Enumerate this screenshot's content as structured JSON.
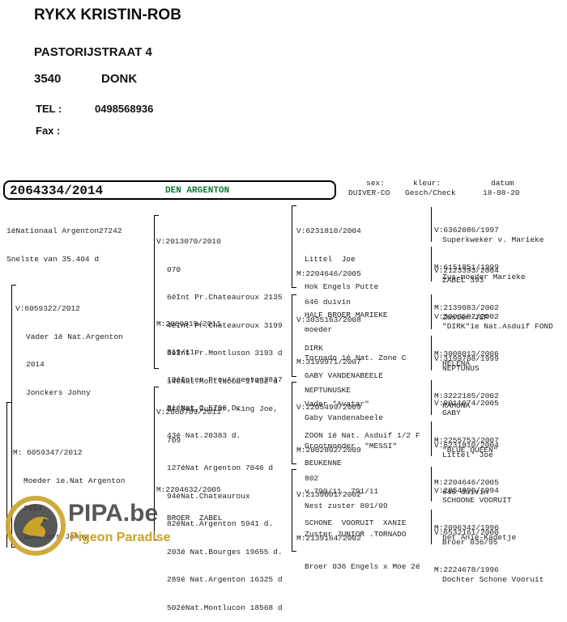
{
  "owner": {
    "name": "RYKX KRISTIN-ROB",
    "street": "PASTORIJSTRAAT 4",
    "postcode": "3540",
    "city": "DONK",
    "tel_label": "TEL :",
    "tel_value": "0498568936",
    "fax_label": "Fax :"
  },
  "pigeon": {
    "ring": "2064334/2014",
    "name": "DEN ARGENTON",
    "sex_label": "sex:",
    "sex_value": "DUIVER-CO",
    "color_label": "kleur:",
    "color_value": "Gesch/Check",
    "date_label": "datum",
    "date_value": "18-08-20",
    "notes": [
      "1éNationaal Argenton27242",
      "Snelste van 35.404 d"
    ]
  },
  "gen1": {
    "sire": [
      "V:6059322/2012",
      "Vader 1é Nat.Argenton",
      "2014",
      "Jonckers Johny"
    ],
    "dam": [
      "M: 6059347/2012",
      "Moeder 1e.Nat Argenton",
      "2014",
      "Jonckers Johny"
    ]
  },
  "gen2": {
    "ss": [
      "V:2013070/2010",
      "070",
      "6éInt Pr.Chateauroux 2135",
      "4éInt Pr.Chateauroux 3199",
      "3éInt Pr.Montluson 3193 d",
      "14éNat.Montlucon 17432 d",
      "Br.801,Junior, King Joe,"
    ],
    "sd": [
      "M:2060819/2011",
      "819/11",
      "10éInter ProvArgenton2817",
      "31éNat.C 5796 D.",
      "43é Nat.20383 d."
    ],
    "ds": [
      "V:2060709/2011",
      "709",
      "127éNat Argenton 7046 d",
      "94éNat.Chateauroux",
      "82éNat.Argenton 5941 d.",
      "203é Nat.Bourges 19655 d.",
      "289é Nat.Argenton 16325 d",
      "502éNat.Montlucon 18568 d"
    ],
    "dd": [
      "M:2204632/2005",
      "BROER  ZABEL"
    ]
  },
  "gen3": [
    [
      "V:6231810/2004",
      "Littel  Joe",
      "Hok Engels Putte",
      "HALF BROER MARIEKE"
    ],
    [
      "M:2204646/2005",
      "646 duivin",
      "moeder",
      "Tornado 1é Nat. Zone C"
    ],
    [
      "V:3035163/2008",
      "DIRK",
      "GABY VANDENABEELE",
      "Vader \"Avatar\""
    ],
    [
      "M:3199971/2007",
      "NEPTUNUSKE",
      "Gaby Vandenabeele",
      "Grootmoeder  \"MESSI\""
    ],
    [
      "V:2205499/2009",
      "ZOON 1é Nat. Asduif 1/2 F",
      "BEUKENNE",
      "v.790/11  791/11"
    ],
    [
      "M:2002802/2009",
      "802",
      "Nest zuster 801/09",
      "Zuster JUNIOR .TORNADO"
    ],
    [
      "V:2139001/2002",
      "SCHONE  VOORUIT  XANIE"
    ],
    [
      "M:2139164/2002",
      "Broer 036 Engels x Moe 2é"
    ]
  ],
  "gen4": [
    [
      "V:6362086/1997",
      "Superkweker v. Marieke",
      "M:6151851/1999",
      "Zus-moeder Marieke"
    ],
    [
      "V:2123393/2004",
      "ZABEL 393",
      "M:2139083/2002",
      "Zuster JEF"
    ],
    [
      "V:3003592/2002",
      "\"DIRK\"1e Nat.Asduif FOND",
      "M:3008013/2006",
      "HELENA"
    ],
    [
      "V:3199708/1999",
      "NEPTUNUS",
      "M:3222185/2002",
      "RAMONA"
    ],
    [
      "V:9011074/2005",
      "GABY",
      "M:2255753/2007",
      "\"BLUE QUEEN\""
    ],
    [
      "V:6231810/2004",
      "Littel  Joe",
      "M:2204646/2005",
      "646 duivin"
    ],
    [
      "V:2054990/1994",
      "SCHOONE VOORUIT",
      "M:2096342/1996",
      "het Anie-Kadetje"
    ],
    [
      "V:6532161/2000",
      "Broer 036/95",
      "M:2224678/1996",
      "Dochter Schone Vooruit"
    ]
  ],
  "logo": {
    "brand": "PIPA.be",
    "tagline": "Pigeon Paradise",
    "colors": {
      "gold": "#c9a227",
      "dark": "#3a3a3a"
    }
  }
}
